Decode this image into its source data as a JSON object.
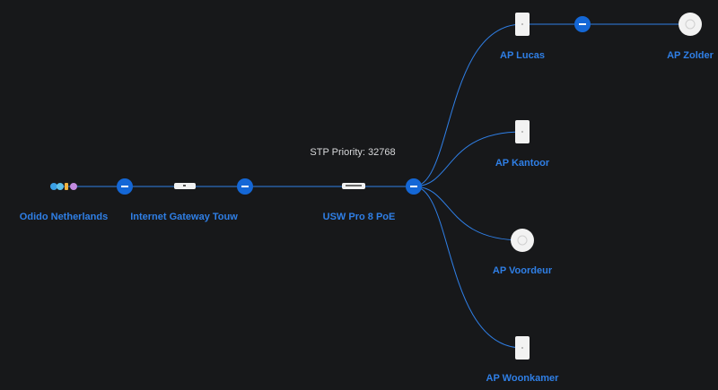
{
  "colors": {
    "background": "#17181a",
    "link": "#2f7fe6",
    "node_button": "#1467d6",
    "device": "#f2f2f2",
    "label": "#2f7fe6",
    "stp_text": "#d8d9db"
  },
  "isp": {
    "name": "Odido Netherlands",
    "logo_colors": [
      "#3aa0e6",
      "#5fc0e8",
      "#f2b33d",
      "#c38be0"
    ]
  },
  "gateway": {
    "name": "Internet Gateway Touw",
    "icon": "gateway-device-icon"
  },
  "switch": {
    "name": "USW Pro 8 PoE",
    "stp_priority": "STP Priority: 32768",
    "icon": "switch-device-icon"
  },
  "access_points": [
    {
      "name": "AP Lucas",
      "icon": "wall-ap-icon"
    },
    {
      "name": "AP Zolder",
      "icon": "round-ap-icon"
    },
    {
      "name": "AP Kantoor",
      "icon": "wall-ap-icon"
    },
    {
      "name": "AP Voordeur",
      "icon": "round-ap-icon"
    },
    {
      "name": "AP Woonkamer",
      "icon": "wall-ap-icon"
    }
  ],
  "collapse_icon": "minus-icon"
}
